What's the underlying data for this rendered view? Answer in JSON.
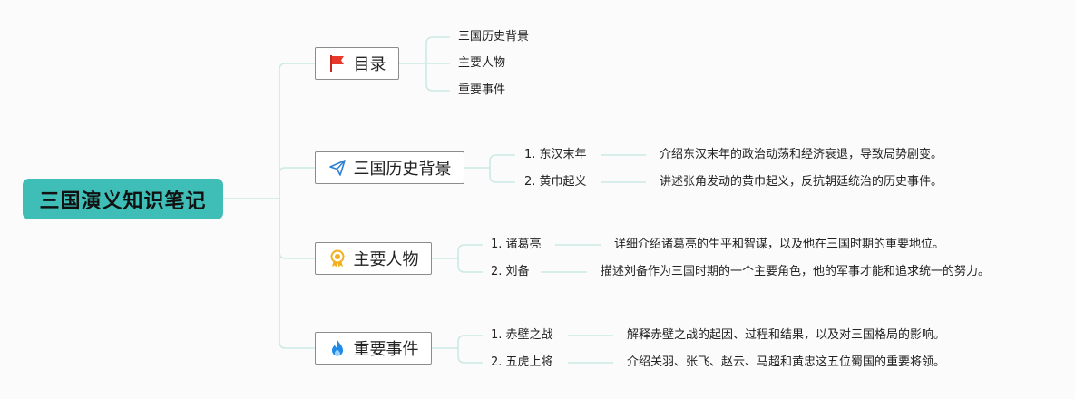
{
  "root": {
    "title": "三国演义知识笔记"
  },
  "toc": {
    "label": "目录",
    "icon": "red-flag-icon",
    "items": [
      "三国历史背景",
      "主要人物",
      "重要事件"
    ]
  },
  "background": {
    "label": "三国历史背景",
    "icon": "paper-plane-icon",
    "items": [
      {
        "num": "1.",
        "name": "东汉末年",
        "desc": "介绍东汉末年的政治动荡和经济衰退，导致局势剧变。"
      },
      {
        "num": "2.",
        "name": "黄巾起义",
        "desc": "讲述张角发动的黄巾起义，反抗朝廷统治的历史事件。"
      }
    ]
  },
  "characters": {
    "label": "主要人物",
    "icon": "medal-icon",
    "items": [
      {
        "num": "1.",
        "name": "诸葛亮",
        "desc": "详细介绍诸葛亮的生平和智谋，以及他在三国时期的重要地位。"
      },
      {
        "num": "2.",
        "name": "刘备",
        "desc": "描述刘备作为三国时期的一个主要角色，他的军事才能和追求统一的努力。"
      }
    ]
  },
  "events": {
    "label": "重要事件",
    "icon": "fire-icon",
    "items": [
      {
        "num": "1.",
        "name": "赤壁之战",
        "desc": "解释赤壁之战的起因、过程和结果，以及对三国格局的影响。"
      },
      {
        "num": "2.",
        "name": "五虎上将",
        "desc": "介绍关羽、张飞、赵云、马超和黄忠这五位蜀国的重要将领。"
      }
    ]
  },
  "colors": {
    "root": "#3ebeb6",
    "line": "#cde9e6",
    "flag": "#e8382c",
    "plane": "#2d7fd4",
    "medal": "#f2b01e",
    "fire": "#1e8be8"
  }
}
